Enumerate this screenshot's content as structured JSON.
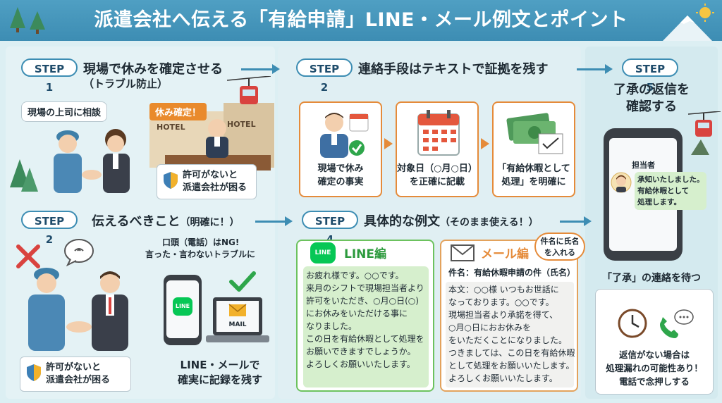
{
  "header": {
    "title": "派遣会社へ伝える「有給申請」LINE・メール例文とポイント"
  },
  "step1": {
    "label": "STEP 1",
    "heading": "現場で休みを確定させる",
    "subheading": "（トラブル防止）",
    "consult_bubble": "現場の上司に相談",
    "confirm_tag": "休み確定！",
    "hotel_sign_1": "HOTEL",
    "hotel_sign_2": "HOTEL",
    "warning_line1": "許可がないと",
    "warning_line2": "派遣会社が困る"
  },
  "step2_contact": {
    "label": "STEP 2",
    "heading": "連絡手段はテキストで証拠を残す"
  },
  "step2_tell": {
    "label": "STEP 2",
    "heading": "伝えるべきこと",
    "heading_note": "（明確に！）",
    "ng_line1": "口頭（電話）はNG!",
    "ng_line2": "言った・言わないトラブルに",
    "line_icon_text": "LINE",
    "mail_icon_text": "MAIL",
    "record_line1": "LINE・メールで",
    "record_line2": "確実に記録を残す",
    "warning_line1": "許可がないと",
    "warning_line2": "派遣会社が困る"
  },
  "step3_cards": [
    {
      "line1": "現場で休み",
      "line2": "確定の事実"
    },
    {
      "line1": "対象日（○月○日）",
      "line2": "を正確に記載"
    },
    {
      "line1": "「有給休暇として",
      "line2": "処理」を明確に"
    }
  ],
  "step4": {
    "label": "STEP 4",
    "heading": "具体的な例文",
    "heading_note": "（そのまま使える！）",
    "line_title": "LINE編",
    "line_logo": "LINE",
    "line_message": "お疲れ様です。○○です。\n来月のシフトで現場担当者より\n許可をいただき、○月○日(○)\nにお休みをいただける事に\nなりました。\nこの日を有給休暇として処理を\nお願いできますでしょうか。\nよろしくお願いいたします。",
    "mail_title": "メール編",
    "mail_badge_line1": "件名に氏名",
    "mail_badge_line2": "を入れる",
    "mail_subject": "件名：有給休暇申請の件（氏名）",
    "mail_body": "本文：○○様 いつもお世話に\nなっております。○○です。\n現場担当者より承諾を得て、\n○月○日におお休みを\nをいただくことになりました。\nつきましては、この日を有給休暇\nとして処理をお願いいたします。\nよろしくお願いいたします。"
  },
  "step5": {
    "label": "STEP 5",
    "heading_line1": "了承の返信を",
    "heading_line2": "確認する",
    "sender": "担当者",
    "reply_line1": "承知いたしました。",
    "reply_line2": "有給休暇として",
    "reply_line3": "処理します。",
    "wait_text": "「了承」の連絡を待つ",
    "note_line1": "返信がない場合は",
    "note_line2": "処理漏れの可能性あり！",
    "note_line3": "電話で念押しする"
  },
  "colors": {
    "header_blue": "#3d8db3",
    "accent_orange": "#e58b3a",
    "line_green": "#06c755",
    "background": "#dceff3"
  }
}
